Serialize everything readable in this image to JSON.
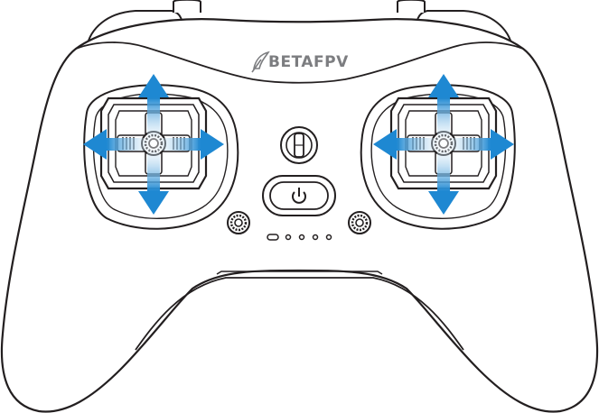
{
  "brand": {
    "name": "BETAFPV",
    "logo_icon": "feather-logo-icon"
  },
  "sticks": [
    {
      "id": "left-stick",
      "directions": [
        "up",
        "down",
        "left",
        "right"
      ]
    },
    {
      "id": "right-stick",
      "directions": [
        "up",
        "down",
        "left",
        "right"
      ]
    }
  ],
  "buttons": {
    "power_icon": "power-icon",
    "center_switch_icon": "toggle-switch-icon",
    "left_button_icon": "round-button-icon",
    "right_button_icon": "round-button-icon"
  },
  "indicators": {
    "led_count": 5
  },
  "colors": {
    "outline": "#231f20",
    "brand_text": "#7c7d80",
    "arrow": "#1e88d2",
    "body_fill": "#ffffff"
  }
}
